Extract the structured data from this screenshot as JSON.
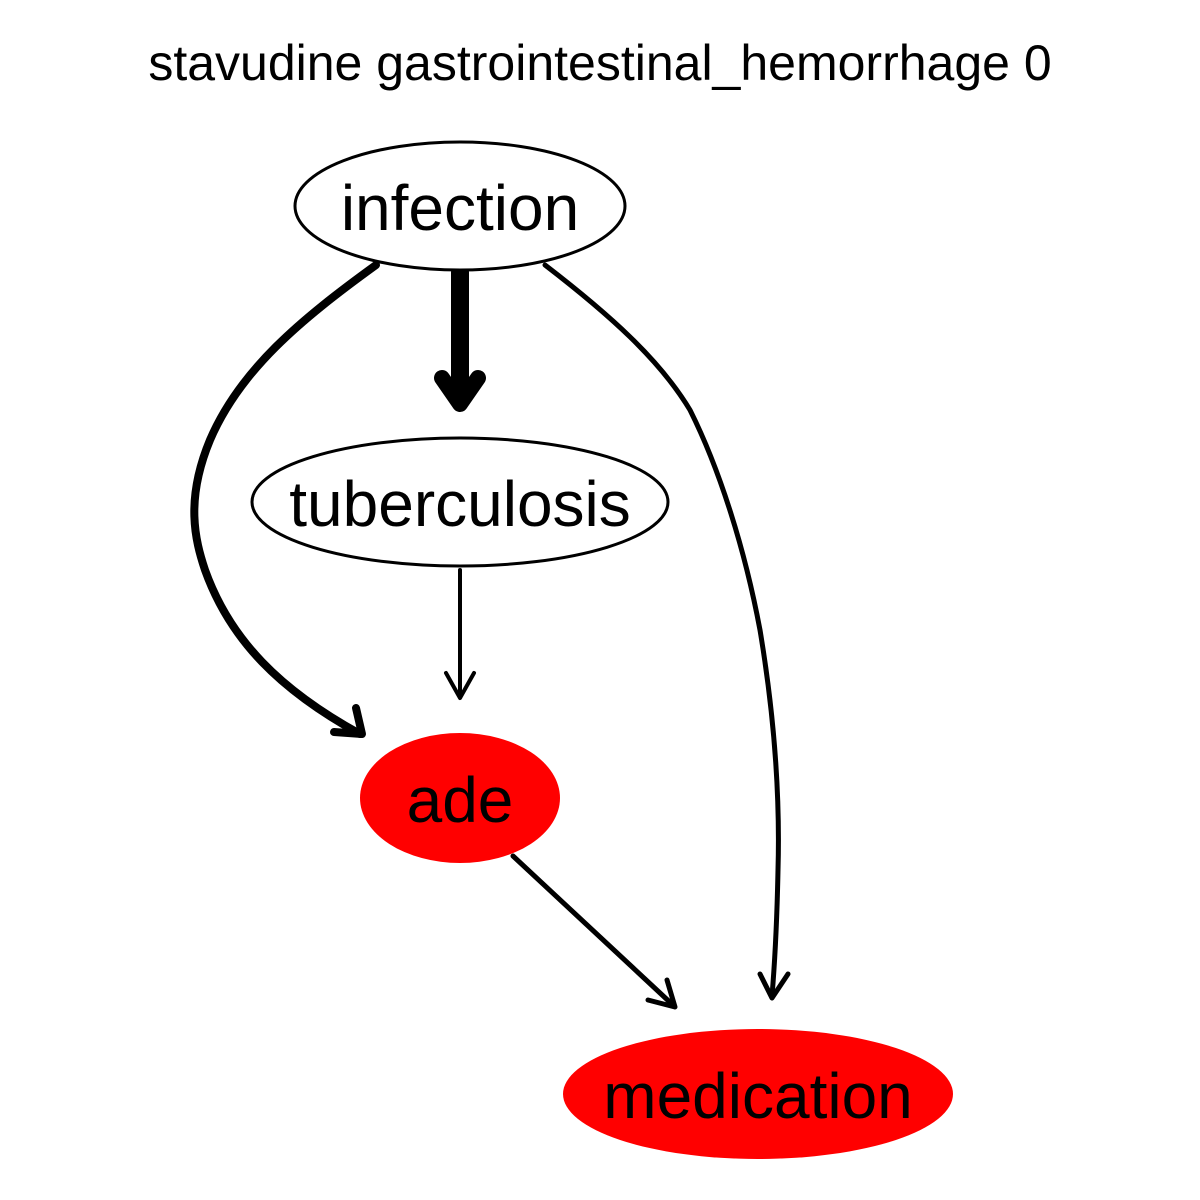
{
  "title": "stavudine gastrointestinal_hemorrhage 0",
  "colors": {
    "highlight": "#ff0000",
    "plain": "#ffffff",
    "stroke": "#000000"
  },
  "nodes": {
    "infection": {
      "label": "infection",
      "highlighted": false
    },
    "tuberculosis": {
      "label": "tuberculosis",
      "highlighted": false
    },
    "ade": {
      "label": "ade",
      "highlighted": true
    },
    "medication": {
      "label": "medication",
      "highlighted": true
    }
  },
  "edges": [
    {
      "from": "infection",
      "to": "tuberculosis"
    },
    {
      "from": "infection",
      "to": "ade"
    },
    {
      "from": "infection",
      "to": "medication"
    },
    {
      "from": "tuberculosis",
      "to": "ade"
    },
    {
      "from": "ade",
      "to": "medication"
    }
  ]
}
